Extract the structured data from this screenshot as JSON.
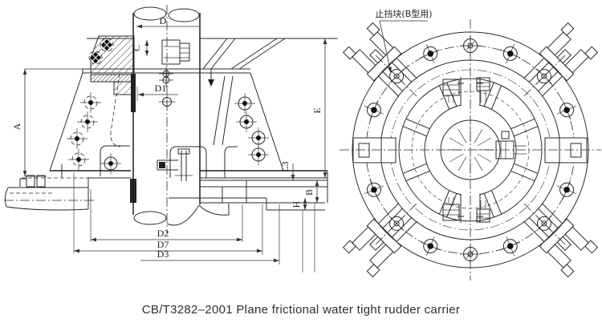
{
  "figure": {
    "caption": "CB/T3282–2001 Plane frictional water tight rudder carrier",
    "plan_view": {
      "annotation_label": "止挡块(B型用)"
    },
    "section_view": {
      "labels": {
        "D": "D",
        "C": "C",
        "D1": "D1",
        "A": "A",
        "E": "E",
        "L3": "L3",
        "B": "B",
        "H": "H",
        "D2": "D2",
        "D7": "D7",
        "D3": "D3"
      }
    },
    "colors": {
      "line": "#2a2a2a",
      "text": "#2e2e2e",
      "background": "#ffffff"
    }
  }
}
